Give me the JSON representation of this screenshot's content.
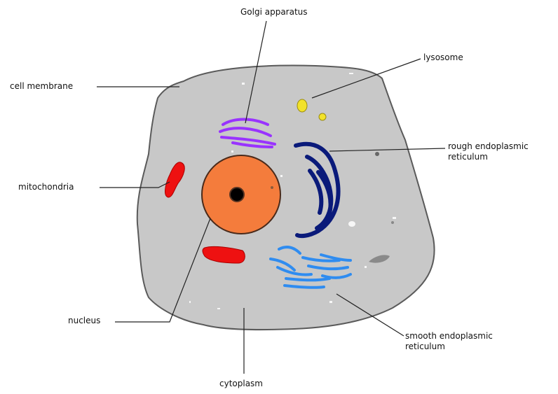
{
  "labels": {
    "golgi": "Golgi apparatus",
    "lysosome": "lysosome",
    "cell_membrane": "cell membrane",
    "rough_er_line1": "rough endoplasmic",
    "rough_er_line2": "reticulum",
    "mitochondria": "mitochondria",
    "nucleus": "nucleus",
    "smooth_er_line1": "smooth endoplasmic",
    "smooth_er_line2": "reticulum",
    "cytoplasm": "cytoplasm"
  },
  "colors": {
    "cytoplasm_fill": "#c8c8c8",
    "membrane_stroke": "#5a5a5a",
    "nucleus_fill": "#f47c3c",
    "nucleolus_fill": "#000000",
    "golgi": "#9933ff",
    "rough_er": "#0a1a7a",
    "smooth_er": "#2f8cf0",
    "mitochondria": "#ee1111",
    "lysosome": "#f2e22a",
    "leader_line": "#222222"
  }
}
